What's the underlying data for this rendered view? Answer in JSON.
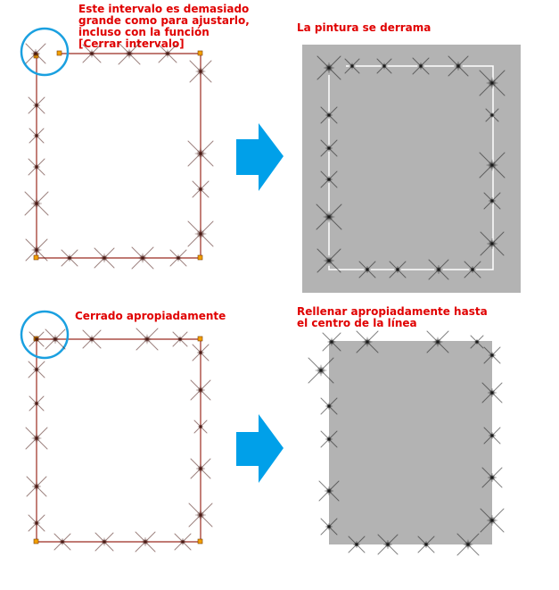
{
  "captions": {
    "top_left": "Este intervalo es demasiado\ngrande como para ajustarlo,\nincluso con la función\n[Cerrar intervalo]",
    "top_right": "La pintura se derrama",
    "bottom_left": "Cerrado apropiadamente",
    "bottom_right": "Rellenar apropiadamente hasta\nel centro de la línea"
  },
  "colors": {
    "caption": "#e00000",
    "guide_line": "#9b2b20",
    "handle": "#f2a000",
    "callout_circle": "#1aa0e0",
    "arrow": "#00a0e9",
    "fill_gray": "#b3b3b3",
    "white_line": "#ffffff"
  },
  "icons": {
    "sparkle": "sparkle-brush-icon",
    "arrow": "right-arrow-icon",
    "callout": "callout-circle-icon"
  }
}
